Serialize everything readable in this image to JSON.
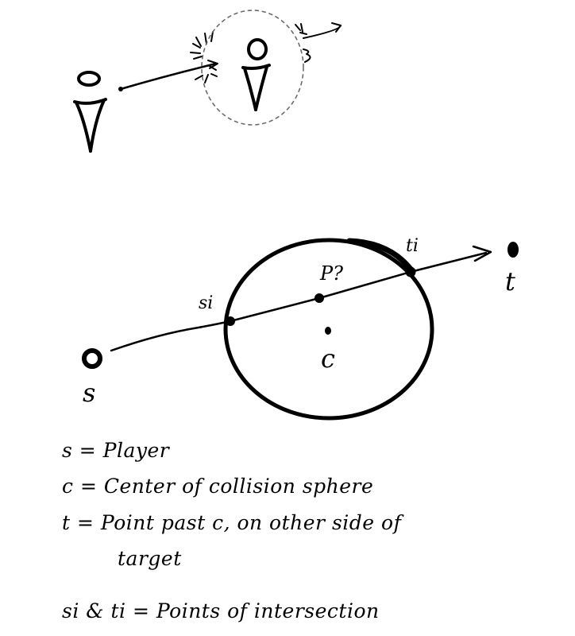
{
  "colors": {
    "ink": "#000000",
    "background": "#ffffff",
    "dashed_outline": "#6b6b6b"
  },
  "diagram": {
    "labels": {
      "s": "s",
      "c": "c",
      "t": "t",
      "si": "si",
      "ti": "ti",
      "p": "P?"
    }
  },
  "legend": [
    "s = Player",
    "c = Center of collision sphere",
    "t = Point past c, on other side of",
    "target",
    "si & ti = Points of intersection"
  ]
}
